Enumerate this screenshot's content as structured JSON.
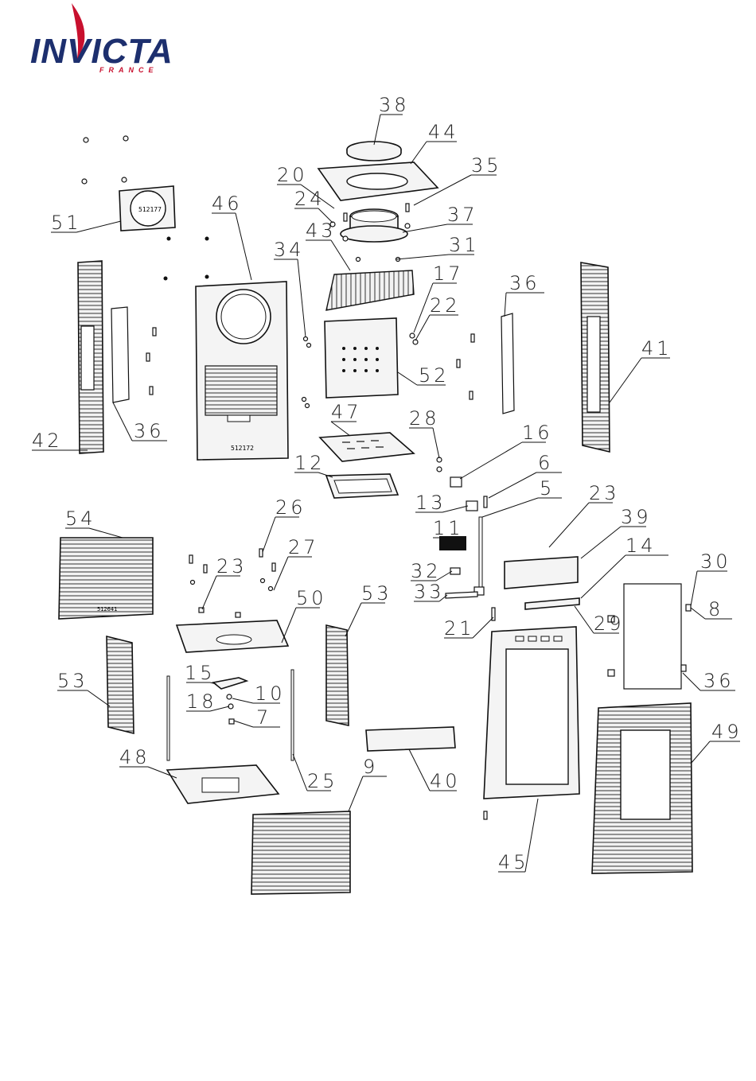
{
  "logo": {
    "brand": "INVICTA",
    "sub": "FRANCE",
    "colors": {
      "brand": "#1d2f6e",
      "accent": "#c8102e"
    }
  },
  "part_codes": {
    "cover_51": "512177",
    "back_46": "512172",
    "side_54": "512641"
  },
  "callouts": [
    "38",
    "44",
    "35",
    "20",
    "24",
    "37",
    "43",
    "31",
    "34",
    "17",
    "22",
    "36",
    "51",
    "46",
    "41",
    "52",
    "42",
    "36",
    "47",
    "28",
    "16",
    "12",
    "6",
    "13",
    "5",
    "23",
    "39",
    "11",
    "14",
    "32",
    "33",
    "21",
    "29",
    "30",
    "8",
    "36",
    "54",
    "26",
    "27",
    "23",
    "50",
    "53",
    "53",
    "15",
    "10",
    "18",
    "7",
    "48",
    "25",
    "9",
    "40",
    "45",
    "49"
  ],
  "theme": {
    "line": "#111111",
    "fill": "#f4f4f4"
  }
}
